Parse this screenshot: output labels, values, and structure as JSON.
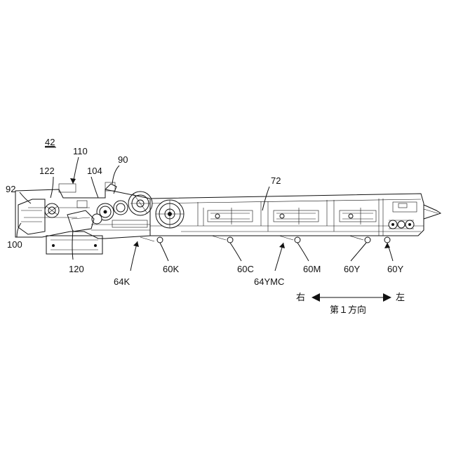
{
  "figure": {
    "ref_numeral": "42",
    "labels": {
      "l110": "110",
      "l90": "90",
      "l122": "122",
      "l104": "104",
      "l92": "92",
      "l72": "72",
      "l100": "100",
      "l120": "120",
      "l64K": "64K",
      "l60K": "60K",
      "l60C": "60C",
      "l64YMC": "64YMC",
      "l60M": "60M",
      "l60Y_a": "60Y",
      "l60Y_b": "60Y"
    },
    "direction": {
      "right_char": "右",
      "left_char": "左",
      "caption": "第１方向"
    }
  }
}
